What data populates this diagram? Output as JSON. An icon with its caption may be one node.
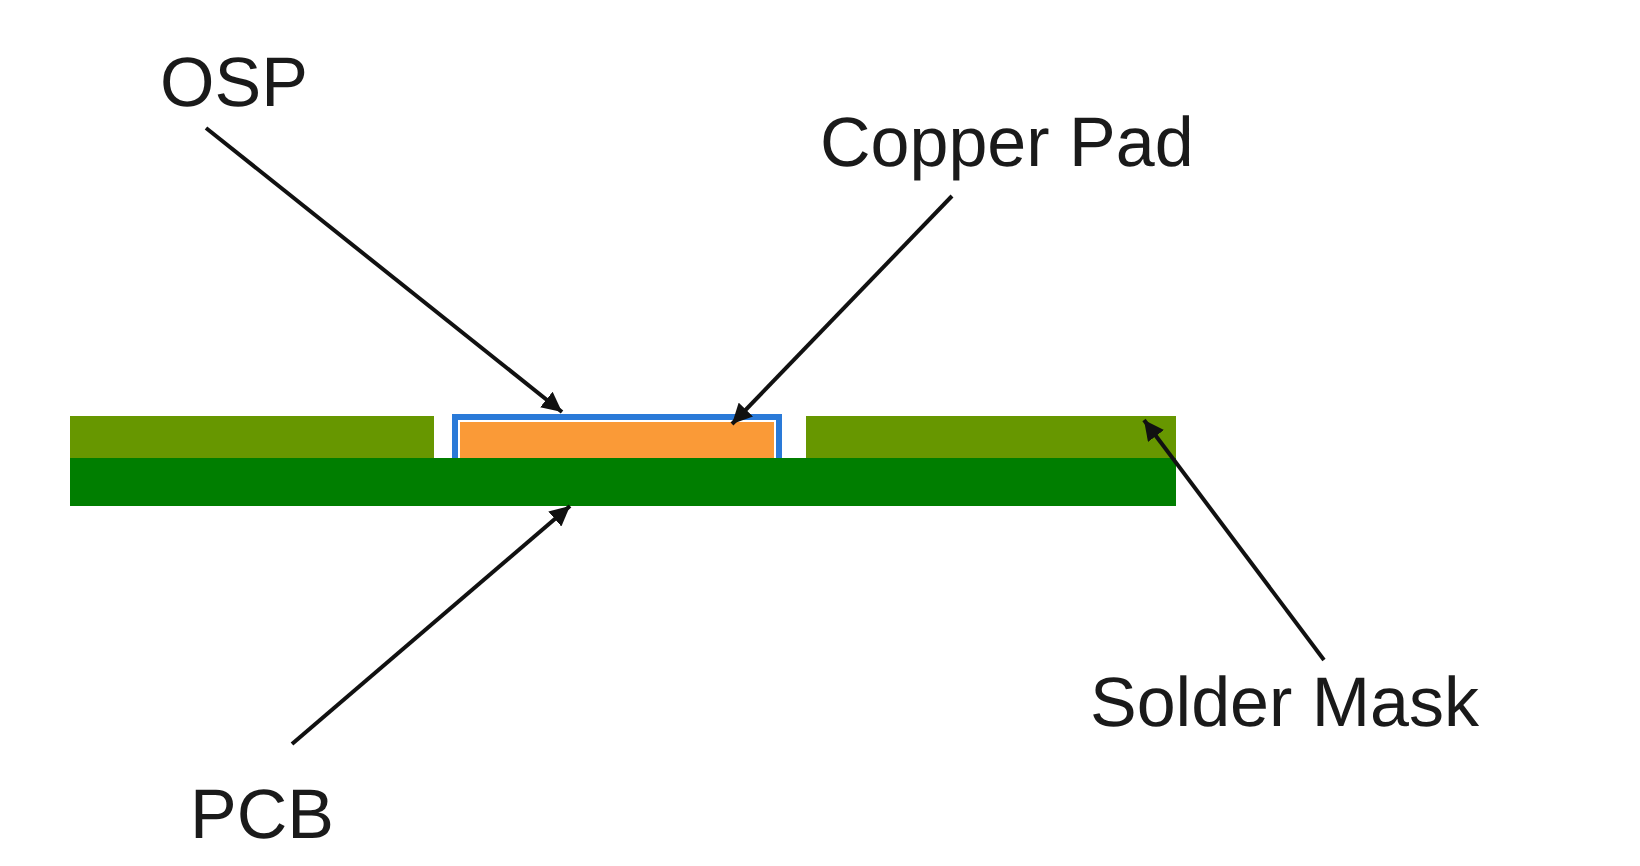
{
  "diagram": {
    "nodes": [
      {
        "text": [
          "OSP"
        ]
      },
      {
        "text": [
          "Copper Pad"
        ]
      },
      {
        "text": [
          "Solder Mask"
        ]
      },
      {
        "text": [
          "PCB"
        ]
      },
      {
        "text": [],
        "shape": "box"
      },
      {
        "text": [],
        "shape": "box",
        "in": 4
      },
      {
        "text": [],
        "shape": "box"
      },
      {
        "text": [],
        "shape": "box"
      },
      {
        "text": [],
        "shape": "box"
      }
    ],
    "edges": [
      {
        "from": 0,
        "to": 4,
        "arrow": "to"
      },
      {
        "from": 1,
        "to": 5,
        "arrow": "to"
      },
      {
        "from": 2,
        "to": 7,
        "arrow": "to"
      },
      {
        "from": 3,
        "to": 8,
        "arrow": "to"
      }
    ]
  }
}
